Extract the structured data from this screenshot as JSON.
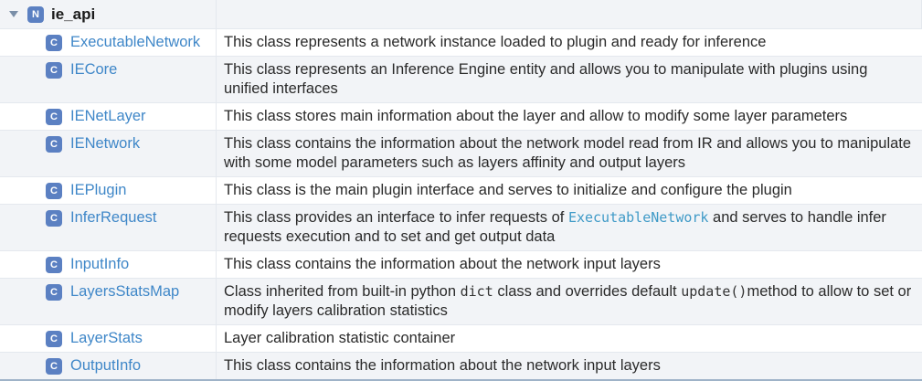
{
  "namespace": {
    "badge": "N",
    "name": "ie_api",
    "toggle_icon": "triangle-down-icon"
  },
  "class_badge": "C",
  "classes": [
    {
      "name": "ExecutableNetwork",
      "desc_before": "This class represents a network instance loaded to plugin and ready for inference"
    },
    {
      "name": "IECore",
      "desc_before": "This class represents an Inference Engine entity and allows you to manipulate with plugins using unified interfaces"
    },
    {
      "name": "IENetLayer",
      "desc_before": "This class stores main information about the layer and allow to modify some layer parameters"
    },
    {
      "name": "IENetwork",
      "desc_before": "This class contains the information about the network model read from IR and allows you to manipulate with some model parameters such as layers affinity and output layers"
    },
    {
      "name": "IEPlugin",
      "desc_before": "This class is the main plugin interface and serves to initialize and configure the plugin"
    },
    {
      "name": "InferRequest",
      "desc_before": "This class provides an interface to infer requests of ",
      "code1": "ExecutableNetwork",
      "desc_after": " and serves to handle infer requests execution and to set and get output data"
    },
    {
      "name": "InputInfo",
      "desc_before": "This class contains the information about the network input layers"
    },
    {
      "name": "LayersStatsMap",
      "desc_before": "Class inherited from built-in python ",
      "code1": "dict",
      "desc_mid": " class and overrides default ",
      "code2": "update()",
      "desc_after": "method to allow to set or modify layers calibration statistics"
    },
    {
      "name": "LayerStats",
      "desc_before": "Layer calibration statistic container"
    },
    {
      "name": "OutputInfo",
      "desc_before": "This class contains the information about the network input layers"
    }
  ]
}
